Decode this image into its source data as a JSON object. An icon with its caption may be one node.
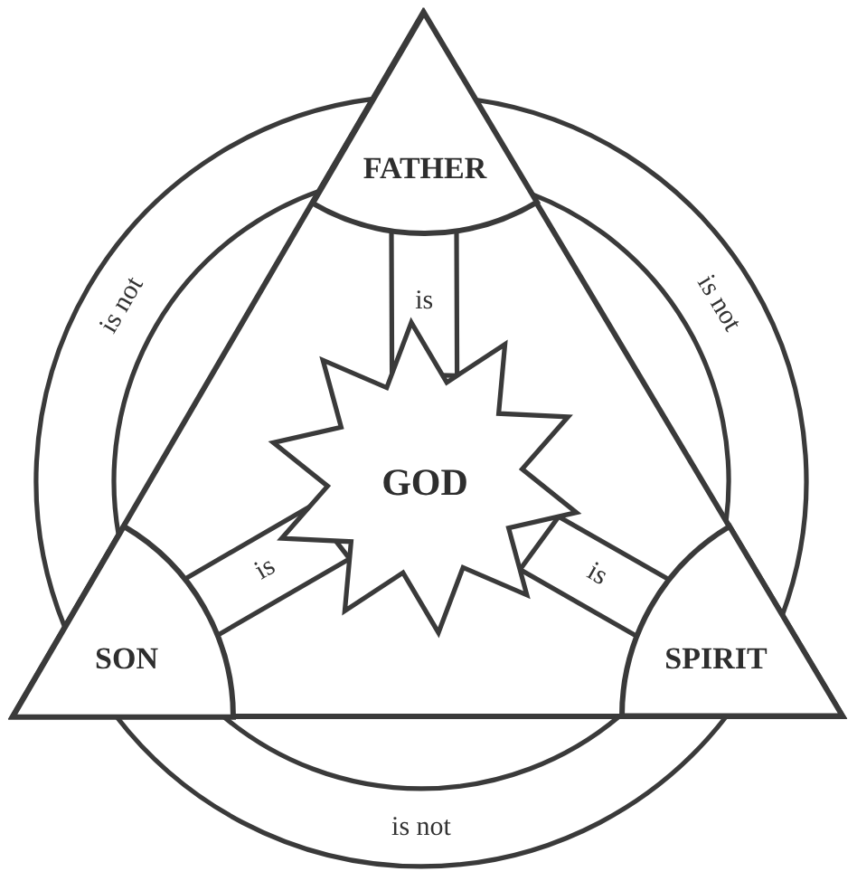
{
  "diagram": {
    "nodes": [
      {
        "text": [
          "FATHER"
        ]
      },
      {
        "text": [
          "GOD"
        ]
      },
      {
        "text": [
          "SON"
        ]
      },
      {
        "text": [
          "SPIRIT"
        ]
      }
    ],
    "edges": [
      {
        "from": 0,
        "to": 1,
        "arrow": "none",
        "label": "is"
      },
      {
        "from": 2,
        "to": 1,
        "arrow": "none",
        "label": "is"
      },
      {
        "from": 3,
        "to": 1,
        "arrow": "none",
        "label": "is"
      },
      {
        "from": 0,
        "to": 2,
        "arrow": "none",
        "label": "is not"
      },
      {
        "from": 0,
        "to": 3,
        "arrow": "none",
        "label": "is not"
      },
      {
        "from": 2,
        "to": 3,
        "arrow": "none",
        "label": "is not"
      }
    ]
  }
}
